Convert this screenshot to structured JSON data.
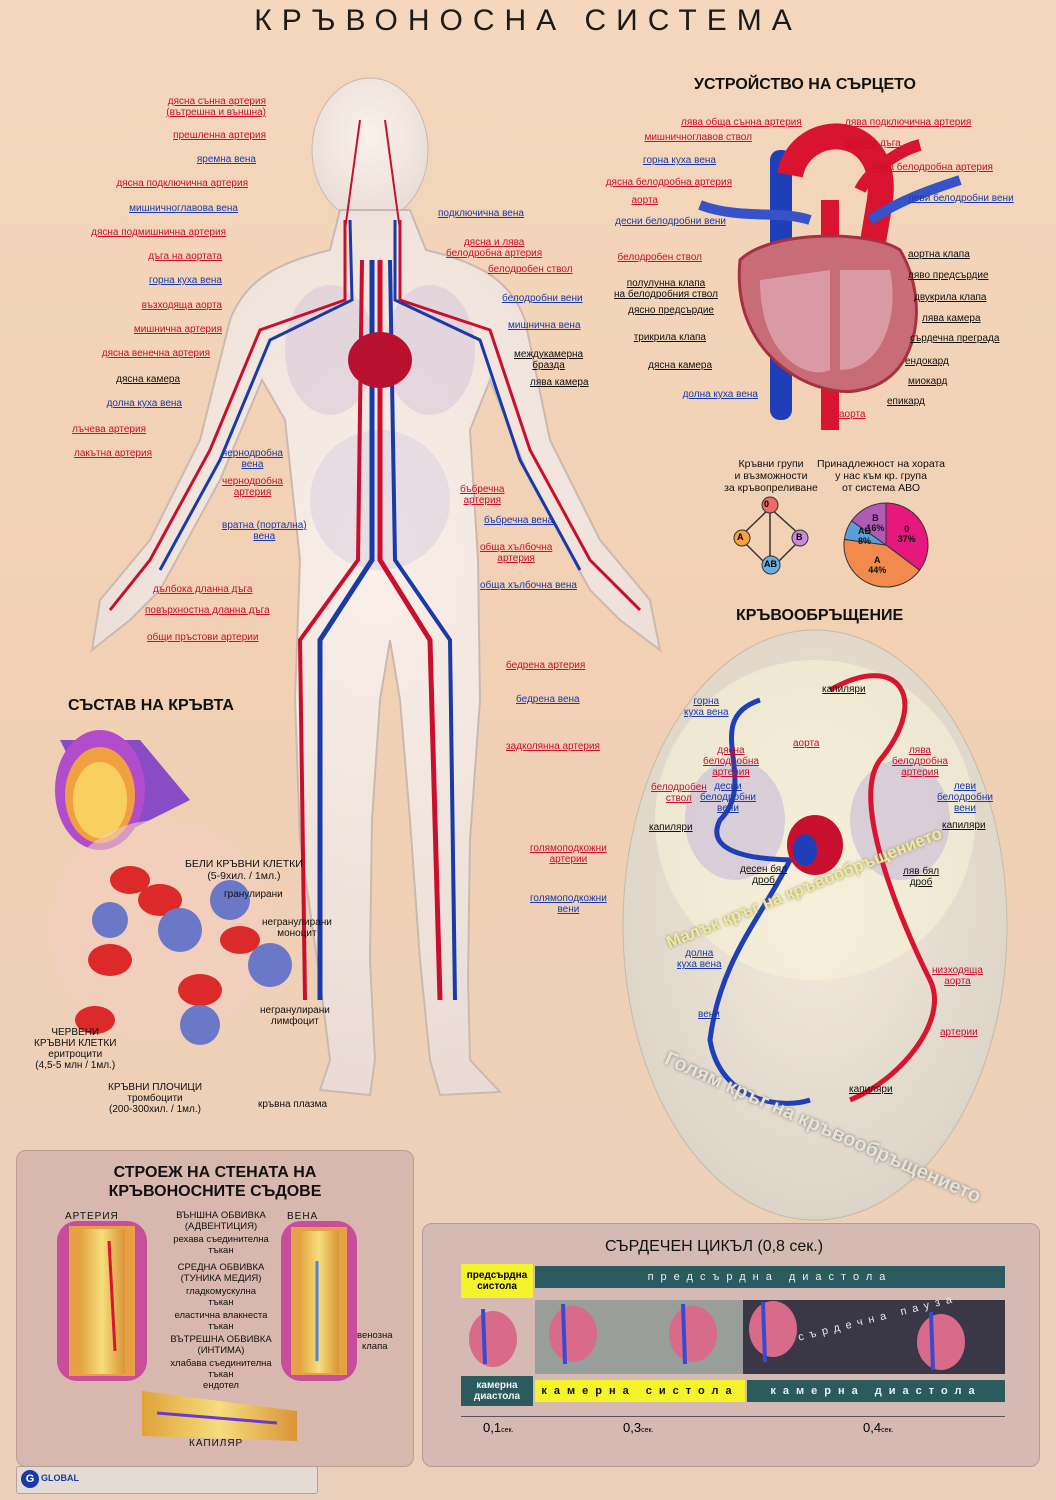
{
  "title": "КРЪВОНОСНА СИСТЕМА",
  "body_labels": {
    "left": [
      {
        "t": "дясна сънна артерия\n(вътрешна и външна)",
        "c": "r"
      },
      {
        "t": "прешленна артерия",
        "c": "r"
      },
      {
        "t": "яремна вена",
        "c": "b"
      },
      {
        "t": "дясна подключична артерия",
        "c": "r"
      },
      {
        "t": "мишничноглавова вена",
        "c": "b"
      },
      {
        "t": "дясна подмишнична артерия",
        "c": "r"
      },
      {
        "t": "дъга на аортата",
        "c": "r"
      },
      {
        "t": "горна куха вена",
        "c": "b"
      },
      {
        "t": "възходяща аорта",
        "c": "r"
      },
      {
        "t": "мишнична артерия",
        "c": "r"
      },
      {
        "t": "дясна венечна артерия",
        "c": "r"
      },
      {
        "t": "дясна камера",
        "c": "k"
      },
      {
        "t": "долна куха вена",
        "c": "b"
      },
      {
        "t": "лъчева артерия",
        "c": "r"
      },
      {
        "t": "лакътна артерия",
        "c": "r"
      }
    ],
    "mid": [
      {
        "t": "чернодробна\nвена",
        "c": "b"
      },
      {
        "t": "чернодробна\nартерия",
        "c": "r"
      },
      {
        "t": "вратна (портална)\nвена",
        "c": "b"
      },
      {
        "t": "дълбока дланна дъга",
        "c": "r"
      },
      {
        "t": "повърхностна дланна дъга",
        "c": "r"
      },
      {
        "t": "общи пръстови артерии",
        "c": "r"
      }
    ],
    "right": [
      {
        "t": "подключична вена",
        "c": "b"
      },
      {
        "t": "дясна и лява\nбелодробна артерия",
        "c": "r"
      },
      {
        "t": "белодробен ствол",
        "c": "r"
      },
      {
        "t": "белодробни вени",
        "c": "b"
      },
      {
        "t": "мишнична вена",
        "c": "b"
      },
      {
        "t": "междукамерна\nбразда",
        "c": "k"
      },
      {
        "t": "лява камера",
        "c": "k"
      },
      {
        "t": "бъбречна\nартерия",
        "c": "r"
      },
      {
        "t": "бъбречна вена",
        "c": "b"
      },
      {
        "t": "обща хълбочна\nартерия",
        "c": "r"
      },
      {
        "t": "обща хълбочна вена",
        "c": "b"
      },
      {
        "t": "бедрена артерия",
        "c": "r"
      },
      {
        "t": "бедрена вена",
        "c": "b"
      },
      {
        "t": "задколянна артерия",
        "c": "r"
      },
      {
        "t": "голямоподкожни\nартерии",
        "c": "r"
      },
      {
        "t": "голямоподкожни\nвени",
        "c": "b"
      }
    ]
  },
  "heart": {
    "title": "УСТРОЙСТВО НА СЪРЦЕТО",
    "left": [
      {
        "t": "мишничноглавов ствол",
        "c": "r"
      },
      {
        "t": "горна куха вена",
        "c": "b"
      },
      {
        "t": "дясна белодробна артерия",
        "c": "r"
      },
      {
        "t": "аорта",
        "c": "r"
      },
      {
        "t": "десни белодробни вени",
        "c": "b"
      },
      {
        "t": "белодробен ствол",
        "c": "r"
      },
      {
        "t": "полулунна клапа\nна белодробния ствол",
        "c": "k"
      },
      {
        "t": "дясно предсърдие",
        "c": "k"
      },
      {
        "t": "трикрила клапа",
        "c": "k"
      },
      {
        "t": "дясна камера",
        "c": "k"
      },
      {
        "t": "долна куха вена",
        "c": "b"
      }
    ],
    "right": [
      {
        "t": "лява обща сънна артерия",
        "c": "r"
      },
      {
        "t": "лява подключична артерия",
        "c": "r"
      },
      {
        "t": "аортна дъга",
        "c": "r"
      },
      {
        "t": "лява белодробна артерия",
        "c": "r"
      },
      {
        "t": "леви белодробни вени",
        "c": "b"
      },
      {
        "t": "аортна клапа",
        "c": "k"
      },
      {
        "t": "ляво предсърдие",
        "c": "k"
      },
      {
        "t": "двукрила клапа",
        "c": "k"
      },
      {
        "t": "лява камера",
        "c": "k"
      },
      {
        "t": "сърдечна преграда",
        "c": "k"
      },
      {
        "t": "ендокард",
        "c": "k"
      },
      {
        "t": "миокард",
        "c": "k"
      },
      {
        "t": "епикард",
        "c": "k"
      },
      {
        "t": "аорта",
        "c": "r"
      }
    ]
  },
  "blood_groups": {
    "caption": "Кръвни групи\nи възможности\nза кръвопреливане",
    "nodes": [
      "0",
      "A",
      "B",
      "AB"
    ]
  },
  "abo": {
    "caption": "Принадлежност на хората\nу нас към кр. група\nот система АВО",
    "slices": [
      {
        "label": "0",
        "value": 37,
        "text": "37%",
        "color": "#e6187e"
      },
      {
        "label": "A",
        "value": 44,
        "text": "44%",
        "color": "#f28a4e"
      },
      {
        "label": "AB",
        "value": 8,
        "text": "8%",
        "color": "#5aa0d8"
      },
      {
        "label": "B",
        "value": 16,
        "text": "16%",
        "color": "#b25bb6"
      }
    ]
  },
  "circulation": {
    "title": "КРЪВООБРЪЩЕНИЕ",
    "labels": [
      {
        "t": "капиляри",
        "c": "k"
      },
      {
        "t": "горна\nкуха вена",
        "c": "b"
      },
      {
        "t": "аорта",
        "c": "r"
      },
      {
        "t": "дясна\nбелодробна\nартерия",
        "c": "r"
      },
      {
        "t": "лява\nбелодробна\nартерия",
        "c": "r"
      },
      {
        "t": "белодробен\nствол",
        "c": "r"
      },
      {
        "t": "десни\nбелодробни\nвени",
        "c": "b"
      },
      {
        "t": "леви\nбелодробни\nвени",
        "c": "b"
      },
      {
        "t": "капиляри",
        "c": "k"
      },
      {
        "t": "капиляри",
        "c": "k"
      },
      {
        "t": "десен бял\nдроб",
        "c": "k"
      },
      {
        "t": "ляв бял\nдроб",
        "c": "k"
      },
      {
        "t": "долна\nкуха вена",
        "c": "b"
      },
      {
        "t": "низходяща\nаорта",
        "c": "r"
      },
      {
        "t": "вени",
        "c": "b"
      },
      {
        "t": "артерии",
        "c": "r"
      },
      {
        "t": "капиляри",
        "c": "k"
      }
    ],
    "small_circle": "Малък кръг на кръвообръщението",
    "big_circle": "Голям кръг на кръвообръщението"
  },
  "blood": {
    "title": "СЪСТАВ НА КРЪВТА",
    "labels": [
      {
        "t": "БЕЛИ КРЪВНИ КЛЕТКИ\n(5-9хил. / 1мл.)"
      },
      {
        "t": "гранулирани"
      },
      {
        "t": "негранулирани\nмоноцит"
      },
      {
        "t": "негранулирани\nлимфоцит"
      },
      {
        "t": "ЧЕРВЕНИ\nКРЪВНИ КЛЕТКИ\nеритроцити\n(4,5-5 млн / 1мл.)"
      },
      {
        "t": "КРЪВНИ ПЛОЧИЦИ\nтромбоцити\n(200-300хил. / 1мл.)"
      },
      {
        "t": "кръвна плазма"
      }
    ]
  },
  "vessels": {
    "title": "СТРОЕЖ НА СТЕНАТА НА\nКРЪВОНОСНИТЕ СЪДОВЕ",
    "artery": "АРТЕРИЯ",
    "vein": "ВЕНА",
    "capillary": "КАПИЛЯР",
    "labels": [
      {
        "t": "ВЪНШНА ОБВИВКА\n(АДВЕНТИЦИЯ)"
      },
      {
        "t": "рехава съединителна\nтъкан"
      },
      {
        "t": "СРЕДНА ОБВИВКА\n(ТУНИКА МЕДИЯ)"
      },
      {
        "t": "гладкомускулна\nтъкан"
      },
      {
        "t": "еластична влакнеста\nтъкан"
      },
      {
        "t": "ВЪТРЕШНА ОБВИВКА\n(ИНТИМА)"
      },
      {
        "t": "хлабава съединителна\nтъкан"
      },
      {
        "t": "ендотел"
      },
      {
        "t": "венозна\nклапа"
      }
    ]
  },
  "cycle": {
    "title": "СЪРДЕЧЕН ЦИКЪЛ (0,8 сек.)",
    "atrial_systole": "предсърдна\nсистола",
    "atrial_diastole": "предсърдна диастола",
    "cardiac_pause": "сърдечна пауза",
    "ventricular_diastole_1": "камерна\nдиастола",
    "ventricular_systole": "камерна систола",
    "ventricular_diastole_2": "камерна диастола",
    "t1": "0,1",
    "t2": "0,3",
    "t3": "0,4",
    "unit": "сек."
  },
  "publisher": {
    "logo": "GLOBAL"
  }
}
